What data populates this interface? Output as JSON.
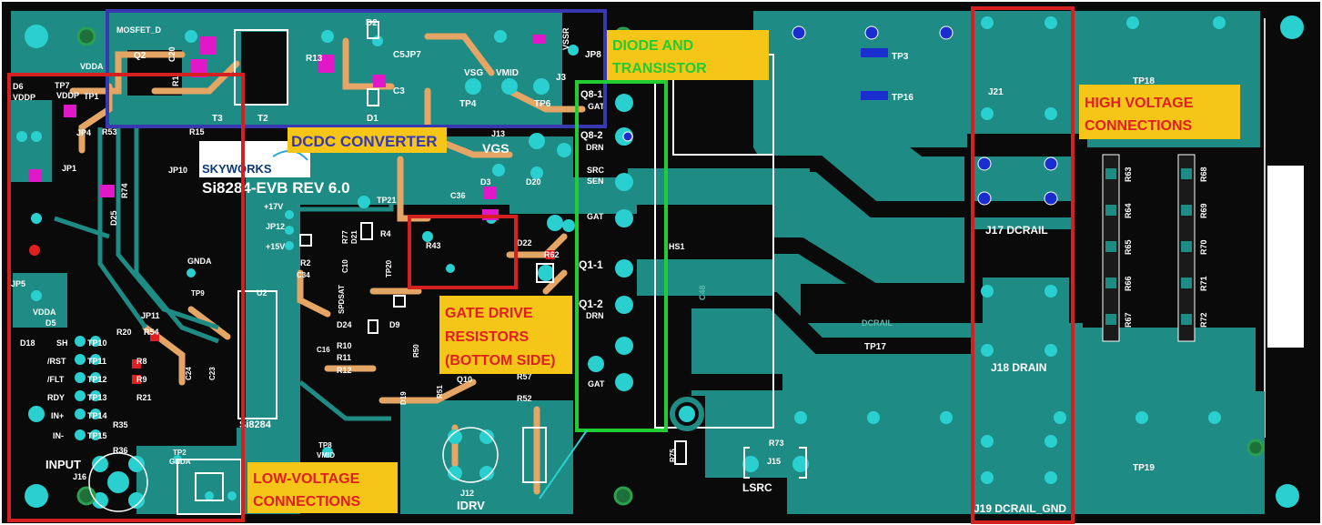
{
  "annotations": {
    "dcdc": "DCDC CONVERTER",
    "diode_transistor_1": "DIODE AND",
    "diode_transistor_2": "TRANSISTOR",
    "high_voltage_1": "HIGH VOLTAGE",
    "high_voltage_2": "CONNECTIONS",
    "gate_drive_1": "GATE DRIVE",
    "gate_drive_2": "RESISTORS",
    "gate_drive_3": "(BOTTOM SIDE)",
    "low_voltage_1": "LOW-VOLTAGE",
    "low_voltage_2": "CONNECTIONS"
  },
  "colors": {
    "pcb_black": "#0a0a0a",
    "copper_teal": "#1e8c84",
    "pad_cyan": "#2ad0d0",
    "trace_orange": "#e5a565",
    "box_blue": "#3838b0",
    "box_red": "#d42020",
    "box_green": "#22cc33",
    "label_bg": "#f5c518",
    "label_text": "#e02020",
    "dcdc_text": "#3838b0",
    "diode_text": "#22cc33"
  },
  "logo": {
    "brand": "SKYWORKS",
    "board": "Si8284-EVB REV 6.0"
  },
  "silk": {
    "mosfet_d": "MOSFET_D",
    "q2": "Q2",
    "c20": "C20",
    "r1": "R1",
    "r13": "R13",
    "t2": "T2",
    "t3": "T3",
    "d1": "D1",
    "d2": "D2",
    "c3": "C3",
    "c5": "C5",
    "jp7": "JP7",
    "vsg": "VSG",
    "vmid": "VMID",
    "vssr": "VSSR",
    "jp8": "JP8",
    "j3": "J3",
    "tp4": "TP4",
    "tp6": "TP6",
    "vdda": "VDDA",
    "d6": "D6",
    "vddp": "VDDP",
    "tp7": "TP7",
    "tp1": "TP1",
    "jp4": "JP4",
    "r53": "R53",
    "r15": "R15",
    "jp10": "JP10",
    "jp1": "JP1",
    "r74": "R74",
    "d25": "D25",
    "vgs": "VGS",
    "j13": "J13",
    "d3": "D3",
    "d20": "D20",
    "c36": "C36",
    "tp21": "TP21",
    "plus17": "+17V",
    "jp12": "JP12",
    "plus15": "+15V",
    "r77": "R77",
    "d21": "D21",
    "r4": "R4",
    "r43": "R43",
    "r62": "R62",
    "d22": "D22",
    "r2": "R2",
    "c34": "C34",
    "c10": "C10",
    "spdsat": "SPDSAT",
    "tp20": "TP20",
    "gnda": "GNDA",
    "tp9": "TP9",
    "u2": "U2",
    "jp5": "JP5",
    "d5": "D5",
    "jp11": "JP11",
    "r20": "R20",
    "r54": "R54",
    "d18": "D18",
    "sh": "SH",
    "tp10": "TP10",
    "rst": "/RST",
    "tp11": "TP11",
    "r8": "R8",
    "flt": "/FLT",
    "tp12": "TP12",
    "r9": "R9",
    "rdy": "RDY",
    "tp13": "TP13",
    "r21": "R21",
    "inp": "IN+",
    "tp14": "TP14",
    "inm": "IN-",
    "tp15": "TP15",
    "r35": "R35",
    "r36": "R36",
    "input": "INPUT",
    "j16": "J16",
    "tp2": "TP2",
    "gnda2": "GNDA",
    "si8284": "Si8284",
    "c24": "C24",
    "c23": "C23",
    "d24": "D24",
    "d9": "D9",
    "c16": "C16",
    "r10": "R10",
    "r11": "R11",
    "r12": "R12",
    "d19": "D19",
    "r50": "R50",
    "r51": "R51",
    "q10": "Q10",
    "r57": "R57",
    "r52": "R52",
    "tp8": "TP8",
    "vmid2": "VMID",
    "j12": "J12",
    "idrv": "IDRV",
    "q81": "Q8-1",
    "gat": "GAT",
    "q82": "Q8-2",
    "drn": "DRN",
    "src": "SRC",
    "sen": "SEN",
    "gat2": "GAT",
    "q11": "Q1-1",
    "q12": "Q1-2",
    "drn2": "DRN",
    "gat3": "GAT",
    "hs1": "HS1",
    "c48": "C48",
    "r75": "R75",
    "r73": "R73",
    "j15": "J15",
    "lsrc": "LSRC",
    "tp3": "TP3",
    "tp16": "TP16",
    "j21": "J21",
    "tp18": "TP18",
    "j17": "J17 DCRAIL",
    "tp17": "TP17",
    "j18": "J18 DRAIN",
    "j19": "J19 DCRAIL_GND",
    "tp19": "TP19",
    "r63": "R63",
    "r64": "R64",
    "r65": "R65",
    "r66": "R66",
    "r67": "R67",
    "r68": "R68",
    "r69": "R69",
    "r70": "R70",
    "r71": "R71",
    "r72": "R72",
    "dcrail": "DCRAIL"
  }
}
